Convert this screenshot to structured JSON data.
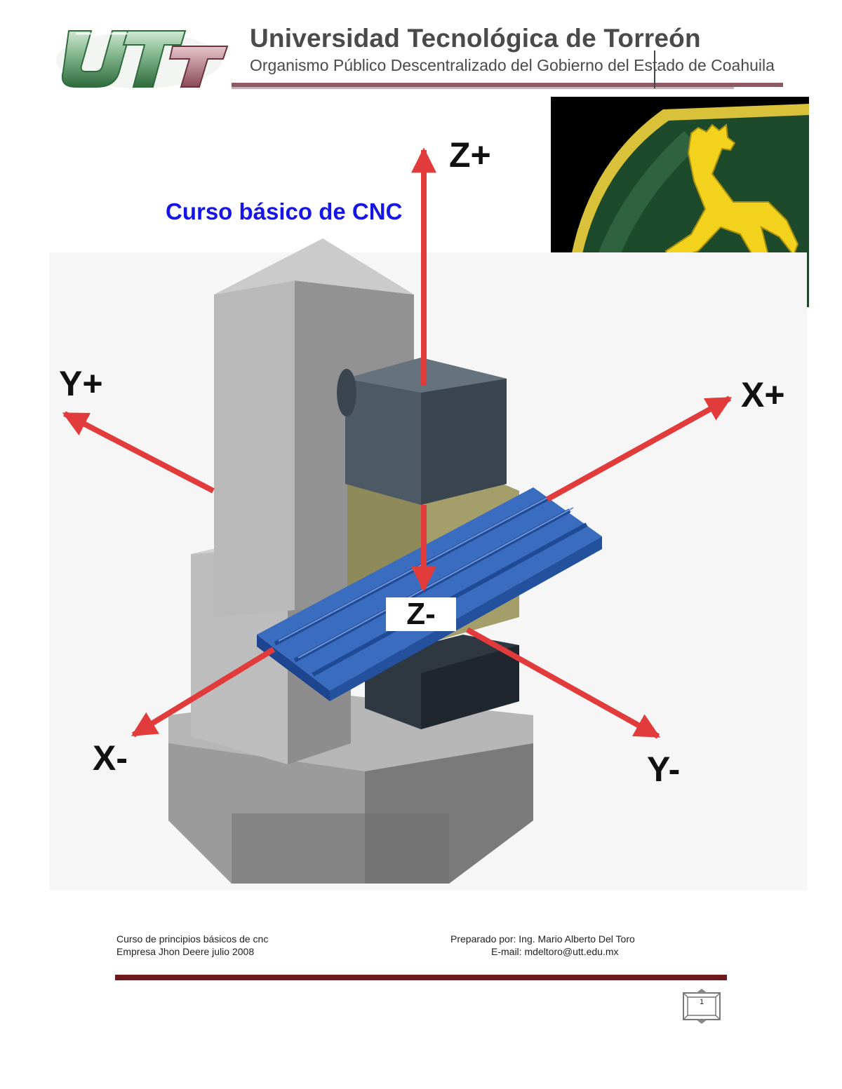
{
  "header": {
    "logo_letters": "UTT",
    "university_name": "Universidad Tecnológica de Torreón",
    "subtitle": "Organismo Público Descentralizado del Gobierno del Estado de Coahuila",
    "rule_color": "#8b5a64"
  },
  "document": {
    "title": "Curso básico de CNC",
    "title_color": "#1515e6"
  },
  "figure": {
    "axes": {
      "z_plus": "Z+",
      "z_minus": "Z-",
      "y_plus": "Y+",
      "y_minus": "Y-",
      "x_plus": "X+",
      "x_minus": "X-"
    },
    "arrow_color": "#d93a3a",
    "table_color": "#2e5fb0",
    "machine_color": "#a8a8a8"
  },
  "emblem": {
    "icon": "deer-emblem-icon",
    "colors": {
      "green": "#1e4a2c",
      "yellow": "#f2d21c"
    }
  },
  "footer": {
    "left_line1": "Curso  de principios básicos de cnc",
    "left_line2": "Empresa Jhon Deere    julio 2008",
    "right_line1": "Preparado por: Ing. Mario Alberto Del Toro",
    "right_line2": "E-mail: mdeltoro@utt.edu.mx",
    "rule_color": "#6b1b1b",
    "page_number": "1"
  }
}
